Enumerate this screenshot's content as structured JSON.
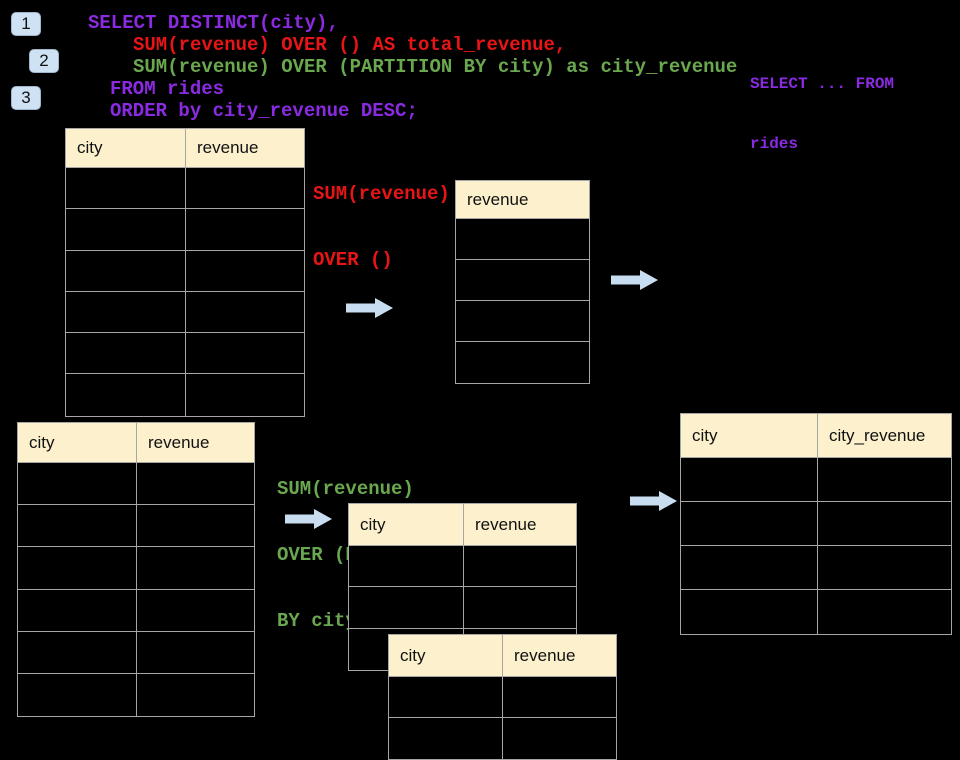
{
  "colors": {
    "background": "#000000",
    "purple": "#8A2BE2",
    "red": "#E81416",
    "green": "#6AA84F",
    "badge_bg": "#CFE2F3",
    "badge_border": "#9FB6CC",
    "arrow": "#C9DDF1",
    "table_header_bg": "#FCF1CC",
    "table_border": "#A6A6A6",
    "text_dark": "#111111"
  },
  "badges": [
    {
      "label": "1"
    },
    {
      "label": "2"
    },
    {
      "label": "3"
    }
  ],
  "sql": {
    "lines": [
      {
        "text": "SELECT DISTINCT(city),",
        "color": "purple"
      },
      {
        "text": "SUM(revenue) OVER () AS total_revenue,",
        "color": "red"
      },
      {
        "text": "SUM(revenue) OVER (PARTITION BY city) as city_revenue",
        "color": "green"
      },
      {
        "text": "FROM rides",
        "color": "purple"
      },
      {
        "text": "ORDER by city_revenue DESC;",
        "color": "purple"
      }
    ]
  },
  "side_note": {
    "lines": [
      "SELECT ... FROM",
      "rides"
    ]
  },
  "annotations": {
    "total_revenue_label": {
      "lines": [
        "SUM(revenue)",
        "OVER ()"
      ]
    },
    "partition_label": {
      "lines": [
        "SUM(revenue)",
        "OVER (PARTITION",
        "BY city)"
      ]
    }
  },
  "tables": {
    "t1": {
      "headers": [
        "city",
        "revenue"
      ]
    },
    "t2": {
      "headers": [
        "revenue"
      ]
    },
    "t3": {
      "headers": [
        "city",
        "revenue"
      ]
    },
    "t4": {
      "headers": [
        "city",
        "revenue"
      ]
    },
    "t5": {
      "headers": [
        "city",
        "city_revenue"
      ]
    },
    "t6": {
      "headers": [
        "city",
        "revenue"
      ]
    }
  }
}
